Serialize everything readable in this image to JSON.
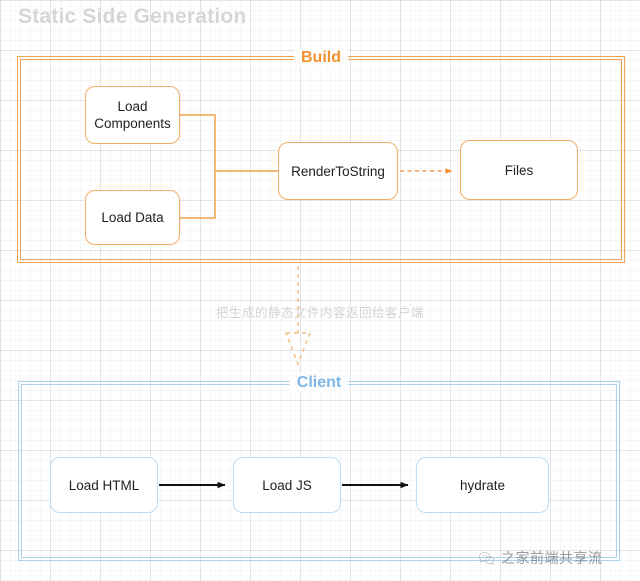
{
  "page": {
    "title": "Static Side Generation"
  },
  "colors": {
    "build_accent": "#f0922f",
    "build_border": "#f0a350",
    "build_node_border": "#f2ae66",
    "client_accent": "#7eb6e8",
    "client_border": "#a8d2ee",
    "client_node_border": "#bcdcf2",
    "title_gray": "#d5d6d8",
    "caption_gray": "#d3d4d6",
    "arrow_black": "#111111"
  },
  "build_group": {
    "label": "Build",
    "nodes": [
      {
        "id": "load-components",
        "label": "Load\nComponents"
      },
      {
        "id": "load-data",
        "label": "Load  Data"
      },
      {
        "id": "render-to-string",
        "label": "RenderToString"
      },
      {
        "id": "files",
        "label": "Files"
      }
    ],
    "connectors": [
      {
        "id": "load-components-to-bus",
        "from": "load-components",
        "to": "render-to-string",
        "style": "solid",
        "color": "#f2ae66",
        "arrowhead": "none"
      },
      {
        "id": "load-data-to-bus",
        "from": "load-data",
        "to": "render-to-string",
        "style": "solid",
        "color": "#f2ae66",
        "arrowhead": "none"
      },
      {
        "id": "render-to-files",
        "from": "render-to-string",
        "to": "files",
        "style": "dashed",
        "color": "#f0922f",
        "arrowhead": "filled"
      }
    ]
  },
  "flow": {
    "caption": "把生成的静态文件内容返回给客户端",
    "connector": {
      "id": "build-to-client",
      "from": "Build",
      "to": "Client",
      "style": "dashed",
      "color": "#f4bb7c",
      "arrowhead": "hollow",
      "direction": "down"
    }
  },
  "client_group": {
    "label": "Client",
    "nodes": [
      {
        "id": "load-html",
        "label": "Load HTML"
      },
      {
        "id": "load-js",
        "label": "Load JS"
      },
      {
        "id": "hydrate",
        "label": "hydrate"
      }
    ],
    "connectors": [
      {
        "id": "html-to-js",
        "from": "load-html",
        "to": "load-js",
        "style": "solid",
        "color": "#111111",
        "arrowhead": "filled"
      },
      {
        "id": "js-to-hydrate",
        "from": "load-js",
        "to": "hydrate",
        "style": "solid",
        "color": "#111111",
        "arrowhead": "filled"
      }
    ]
  },
  "watermark": {
    "text": "之家前端共享流",
    "logo": "wechat-logo-icon"
  }
}
